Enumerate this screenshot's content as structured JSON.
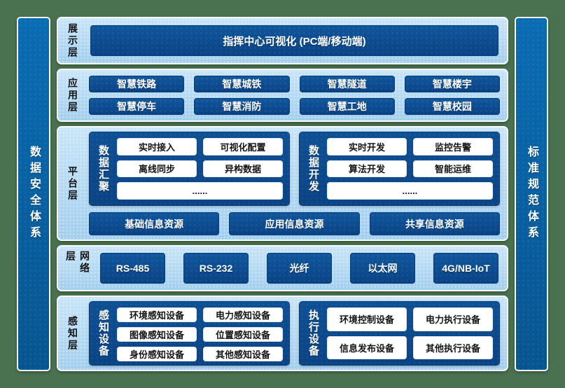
{
  "colors": {
    "background_green": "#4a7251",
    "panel_light_blue": "#b7dbf4",
    "block_dark_blue": "#0c4a8e",
    "pillar_blue": "#0864aa",
    "white_box": "#ffffff",
    "text_on_dark": "#ffffff",
    "text_dark": "#141414"
  },
  "pillars": {
    "left": {
      "label": "数据安全体系"
    },
    "right": {
      "label": "标准规范体系"
    }
  },
  "layers": {
    "display": {
      "label": "展示层",
      "bar": "指挥中心可视化 (PC端/移动端)"
    },
    "application": {
      "label": "应用层",
      "items": [
        "智慧铁路",
        "智慧城铁",
        "智慧隧道",
        "智慧楼宇",
        "智慧停车",
        "智慧消防",
        "智慧工地",
        "智慧校园"
      ]
    },
    "platform": {
      "label": "平台层",
      "groups": [
        {
          "label": "数据汇聚",
          "items": [
            "实时接入",
            "可视化配置",
            "离线同步",
            "异构数据"
          ],
          "more": "......"
        },
        {
          "label": "数据开发",
          "items": [
            "实时开发",
            "监控告警",
            "算法开发",
            "智能运维"
          ],
          "more": "......"
        }
      ],
      "resources": [
        "基础信息资源",
        "应用信息资源",
        "共享信息资源"
      ]
    },
    "network": {
      "label": "网络层",
      "items": [
        "RS-485",
        "RS-232",
        "光纤",
        "以太网",
        "4G/NB-IoT"
      ]
    },
    "perception": {
      "label": "感知层",
      "groups": [
        {
          "label": "感知设备",
          "items": [
            "环境感知设备",
            "电力感知设备",
            "图像感知设备",
            "位置感知设备",
            "身份感知设备",
            "其他感知设备"
          ]
        },
        {
          "label": "执行设备",
          "items": [
            "环境控制设备",
            "电力执行设备",
            "信息发布设备",
            "其他执行设备"
          ]
        }
      ]
    }
  }
}
